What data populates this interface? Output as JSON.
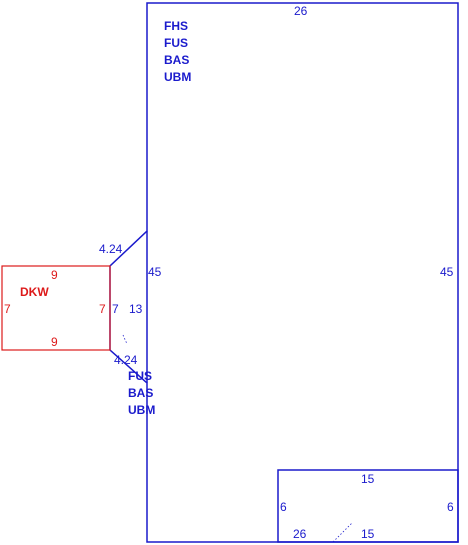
{
  "main_area": {
    "dim_top": "26",
    "dim_left": "45",
    "dim_right": "45",
    "dim_bottom": "26",
    "labels": [
      "FHS",
      "FUS",
      "BAS",
      "UBM"
    ],
    "color": "#1a1acc"
  },
  "dormer": {
    "dim_top_slope": "4.24",
    "dim_bottom_slope": "4.24",
    "dim_inner": "7",
    "dim_depth": "13",
    "labels": [
      "FUS",
      "BAS",
      "UBM"
    ]
  },
  "red_area": {
    "label": "DKW",
    "dim_top": "9",
    "dim_bottom": "9",
    "dim_left": "7",
    "dim_right": "7",
    "color": "#dd1a1a"
  },
  "cutout": {
    "dim_top": "15",
    "dim_bottom": "15",
    "dim_left": "6",
    "dim_right": "6"
  }
}
